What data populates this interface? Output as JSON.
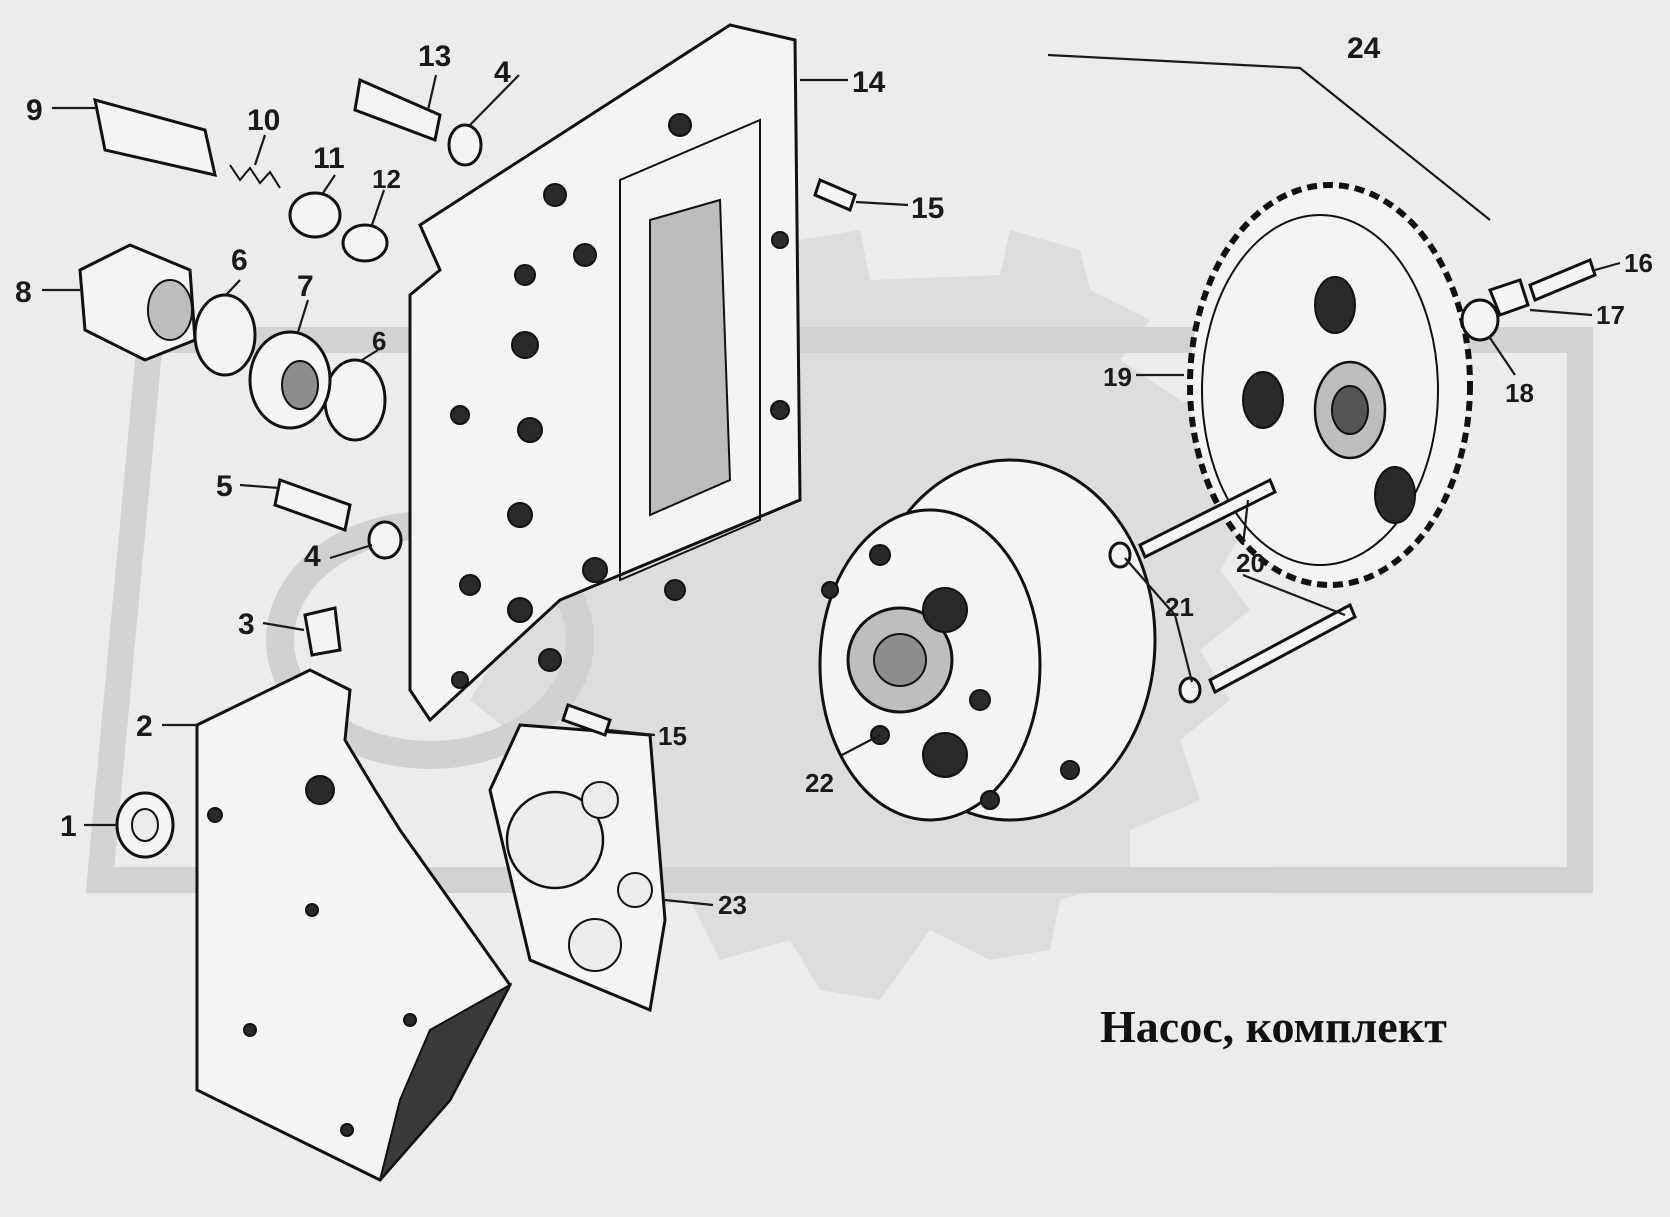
{
  "title": "Насос, комплект",
  "watermark": {
    "color": "#d6d6d6"
  },
  "callouts": [
    {
      "id": "1",
      "text": "1"
    },
    {
      "id": "2",
      "text": "2"
    },
    {
      "id": "3",
      "text": "3"
    },
    {
      "id": "4a",
      "text": "4"
    },
    {
      "id": "4b",
      "text": "4"
    },
    {
      "id": "5",
      "text": "5"
    },
    {
      "id": "6a",
      "text": "6"
    },
    {
      "id": "6b",
      "text": "6"
    },
    {
      "id": "7",
      "text": "7"
    },
    {
      "id": "8",
      "text": "8"
    },
    {
      "id": "9",
      "text": "9"
    },
    {
      "id": "10",
      "text": "10"
    },
    {
      "id": "11",
      "text": "11"
    },
    {
      "id": "12",
      "text": "12"
    },
    {
      "id": "13",
      "text": "13"
    },
    {
      "id": "14",
      "text": "14"
    },
    {
      "id": "15a",
      "text": "15"
    },
    {
      "id": "15b",
      "text": "15"
    },
    {
      "id": "16",
      "text": "16"
    },
    {
      "id": "17",
      "text": "17"
    },
    {
      "id": "18",
      "text": "18"
    },
    {
      "id": "19",
      "text": "19"
    },
    {
      "id": "20",
      "text": "20"
    },
    {
      "id": "21",
      "text": "21"
    },
    {
      "id": "22",
      "text": "22"
    },
    {
      "id": "23",
      "text": "23"
    },
    {
      "id": "24",
      "text": "24"
    }
  ]
}
